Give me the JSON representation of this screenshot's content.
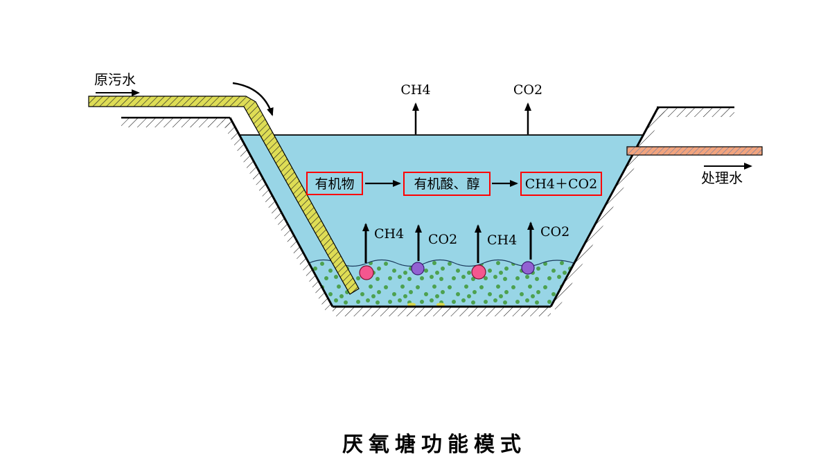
{
  "title": "厌氧塘功能模式",
  "inlet": {
    "label": "原污水"
  },
  "outlet": {
    "label": "处理水"
  },
  "surface_gas": {
    "ch4": "CH4",
    "co2": "CO2"
  },
  "process": {
    "box1": "有机物",
    "box2": "有机酸、醇",
    "box3": "CH4＋CO2"
  },
  "sediment_gas": {
    "g1": "CH4",
    "g2": "CO2",
    "g3": "CH4",
    "g4": "CO2"
  },
  "colors": {
    "water": "#98d5e6",
    "inlet_pipe": "#dedd55",
    "outlet_pipe": "#f2a47e",
    "outlet_stripe": "#5577aa",
    "box_border": "#ff0000",
    "sediment_dot": "#4da14f",
    "bubble_pink": "#f4578f",
    "bubble_purple": "#9261d2",
    "line": "#000000"
  }
}
